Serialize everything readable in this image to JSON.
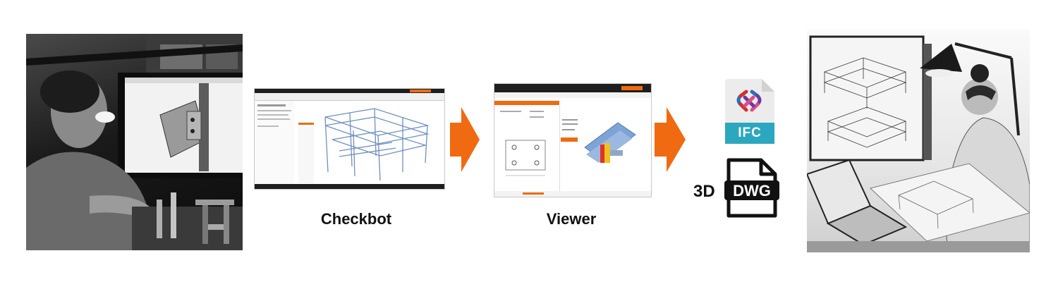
{
  "steps": [
    {
      "label": "Checkbot"
    },
    {
      "label": "Viewer"
    }
  ],
  "file_formats": {
    "ifc": "IFC",
    "dwg_prefix": "3D",
    "dwg": "DWG"
  },
  "colors": {
    "accent": "#F06A12",
    "ifc_teal": "#2BA7BF",
    "steel_blue": "#7EA3D6"
  },
  "icons": [
    "arrow-right-icon",
    "ifc-file-icon",
    "dwg-file-icon"
  ]
}
